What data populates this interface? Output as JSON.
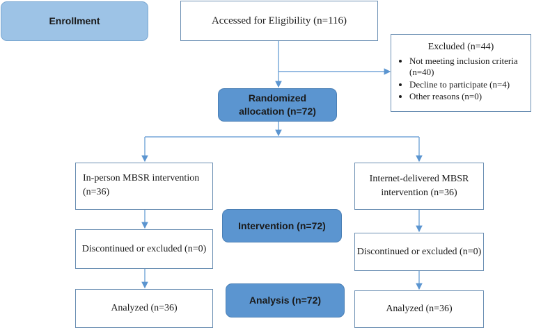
{
  "stage_labels": {
    "enrollment": "Enrollment",
    "randomized": "Randomized allocation (n=72)",
    "intervention": "Intervention (n=72)",
    "analysis": "Analysis (n=72)"
  },
  "boxes": {
    "eligibility": "Accessed for Eligibility (n=116)",
    "excluded_title": "Excluded (n=44)",
    "excluded_items": [
      "Not meeting inclusion criteria (n=40)",
      "Decline to participate (n=4)",
      "Other reasons (n=0)"
    ],
    "left_intervention": "In-person MBSR intervention (n=36)",
    "right_intervention": "Internet-delivered MBSR intervention (n=36)",
    "left_discontinued": "Discontinued or excluded (n=0)",
    "right_discontinued": "Discontinued or excluded (n=0)",
    "left_analyzed": "Analyzed (n=36)",
    "right_analyzed": "Analyzed (n=36)"
  },
  "colors": {
    "stage_blue": "#5b95d0",
    "enrollment_blue": "#9dc3e6",
    "connector": "#5b95d0",
    "box_border": "#6b8fb3"
  }
}
